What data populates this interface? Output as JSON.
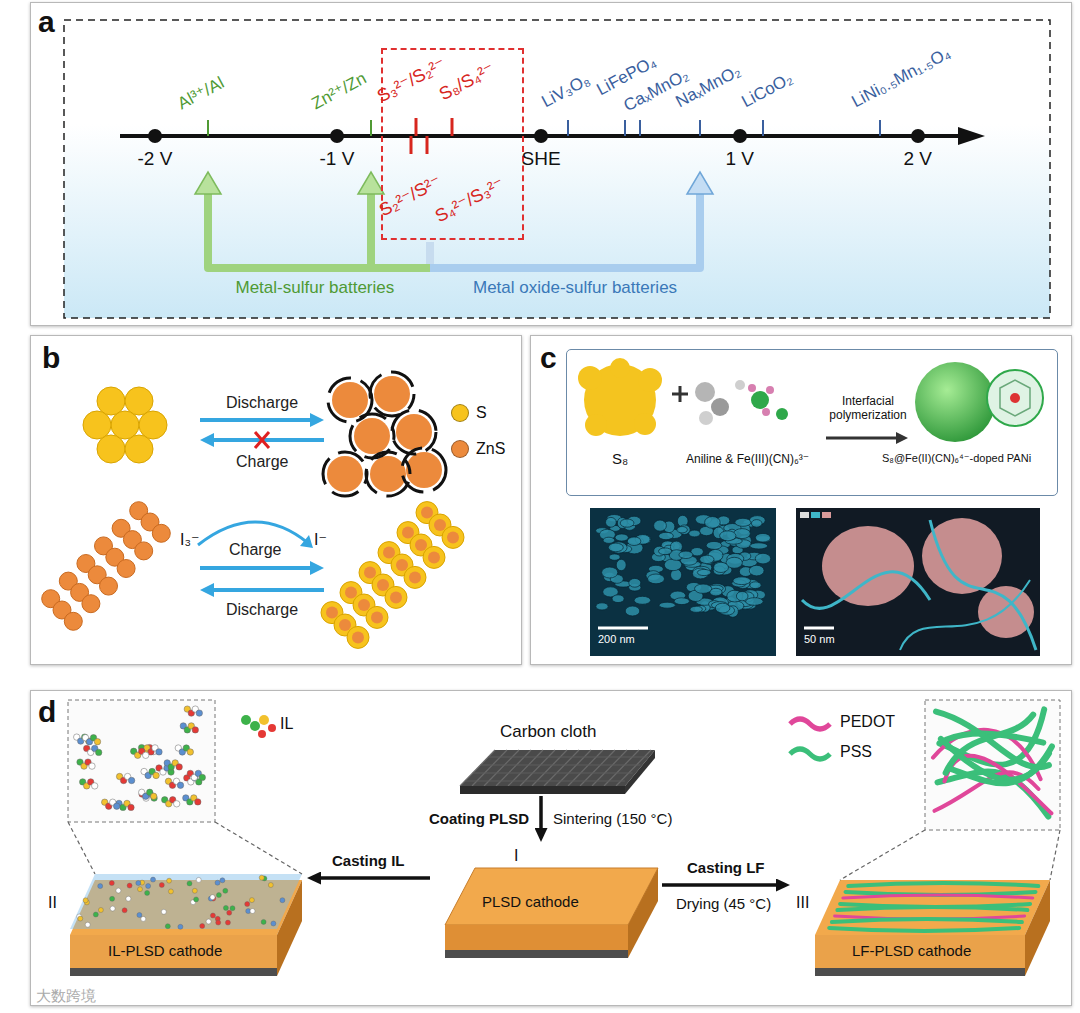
{
  "diagram": {
    "nodes": [
      {
        "text": [
          "a"
        ]
      },
      {
        "text": [
          "S₃²⁻/S₂²⁻",
          "S₈/S₄²⁻",
          "S₂²⁻/S²⁻",
          "S₄²⁻/S₃²⁻"
        ],
        "in": 0
      },
      {
        "text": [
          "b"
        ]
      },
      {
        "text": [
          "c"
        ]
      },
      {
        "text": [
          "S₈",
          "Aniline & Fe(III)(CN)₆³⁻",
          "Interfacial polymerization",
          "S₈@Fe(II)(CN)₆⁴⁻-doped PANi"
        ],
        "in": 3
      },
      {
        "text": [
          "200 nm"
        ],
        "in": 3
      },
      {
        "text": [
          "50 nm"
        ],
        "in": 3
      },
      {
        "text": [
          "d"
        ]
      },
      {
        "text": [
          "Carbon cloth"
        ],
        "in": 7
      },
      {
        "text": [
          "I",
          "PLSD cathode"
        ],
        "in": 7
      },
      {
        "text": [
          "II",
          "IL-PLSD cathode"
        ],
        "in": 7
      },
      {
        "text": [
          "III",
          "LF-PLSD cathode"
        ],
        "in": 7
      }
    ],
    "edges": [
      {
        "from": 8,
        "to": 9,
        "arrow": "to",
        "label": "Coating PLSD"
      },
      {
        "from": 9,
        "to": 10,
        "arrow": "to",
        "label": "Casting IL"
      },
      {
        "from": 9,
        "to": 11,
        "arrow": "to",
        "label": "Casting LF"
      }
    ],
    "labels": [
      "Al³⁺/Al",
      "Zn²⁺/Zn",
      "-2 V",
      "-1 V",
      "SHE",
      "1 V",
      "2 V",
      "LiV₃O₈",
      "LiFePO₄",
      "CaₓMnO₂",
      "NaₓMnO₂",
      "LiCoO₂",
      "LiNi₀.₅Mn₁.₅O₄",
      "Metal-sulfur batteries",
      "Metal oxide-sulfur batteries",
      "Discharge",
      "Charge",
      "I₃⁻",
      "Charge",
      "I⁻",
      "Discharge",
      "Sintering (150 °C)",
      "Drying (45 °C)",
      "大数跨境"
    ],
    "legend": [
      {
        "text": "S",
        "color": "#f7c31d"
      },
      {
        "text": "ZnS",
        "color": "#ec8a3c"
      },
      {
        "text": "IL"
      },
      {
        "text": "PEDOT"
      },
      {
        "text": "PSS"
      }
    ]
  }
}
